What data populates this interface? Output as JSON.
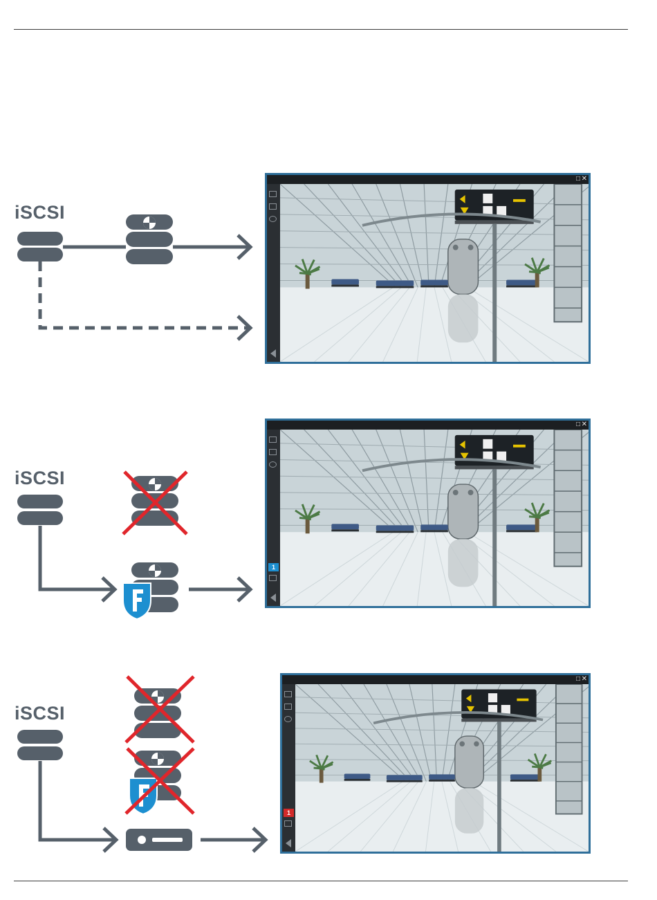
{
  "panels": [
    {
      "label": "iSCSI",
      "state": "normal",
      "viewer_badge": null
    },
    {
      "label": "iSCSI",
      "state": "failover-vrm",
      "viewer_badge": {
        "text": "1",
        "color": "#1d8fd0"
      }
    },
    {
      "label": "iSCSI",
      "state": "direct-recording",
      "viewer_badge": {
        "text": "1",
        "color": "#d32a2a"
      }
    }
  ],
  "colors": {
    "icon_gray": "#56606a",
    "cross_red": "#e0262b",
    "shield_blue": "#1d8fd0",
    "viewer_border": "#2f6f9a"
  },
  "icons": [
    "database-icon",
    "vrm-database-icon",
    "failover-shield-icon",
    "dvr-device-icon",
    "red-cross-icon",
    "arrow-icon"
  ],
  "window_controls": [
    "maximize-icon",
    "close-icon"
  ]
}
